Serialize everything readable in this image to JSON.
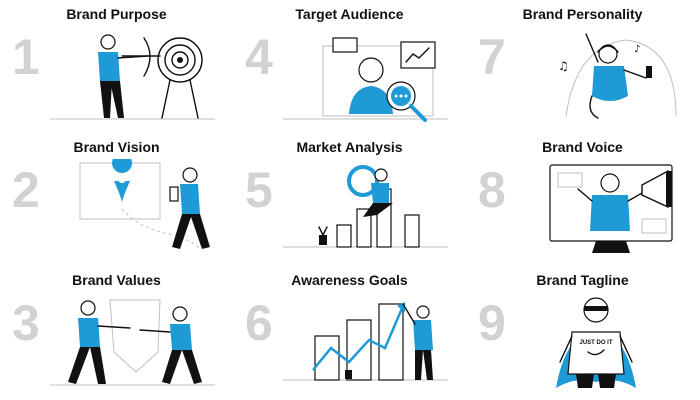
{
  "steps": [
    {
      "number": "1",
      "title": "Brand Purpose",
      "icon": "archer-target-icon"
    },
    {
      "number": "2",
      "title": "Brand Vision",
      "icon": "map-pin-route-icon"
    },
    {
      "number": "3",
      "title": "Brand Values",
      "icon": "handshake-push-icon"
    },
    {
      "number": "4",
      "title": "Target Audience",
      "icon": "magnifier-person-icon"
    },
    {
      "number": "5",
      "title": "Market Analysis",
      "icon": "bar-chart-analyst-icon"
    },
    {
      "number": "6",
      "title": "Awareness Goals",
      "icon": "growth-chart-icon"
    },
    {
      "number": "7",
      "title": "Brand Personality",
      "icon": "music-dancer-icon"
    },
    {
      "number": "8",
      "title": "Brand Voice",
      "icon": "megaphone-icon"
    },
    {
      "number": "9",
      "title": "Brand Tagline",
      "icon": "hero-tagline-icon",
      "shirt_text": "JUST DO IT"
    }
  ],
  "colors": {
    "accent": "#1e9ad6",
    "number": "#d2d2d2",
    "ink": "#111111"
  }
}
